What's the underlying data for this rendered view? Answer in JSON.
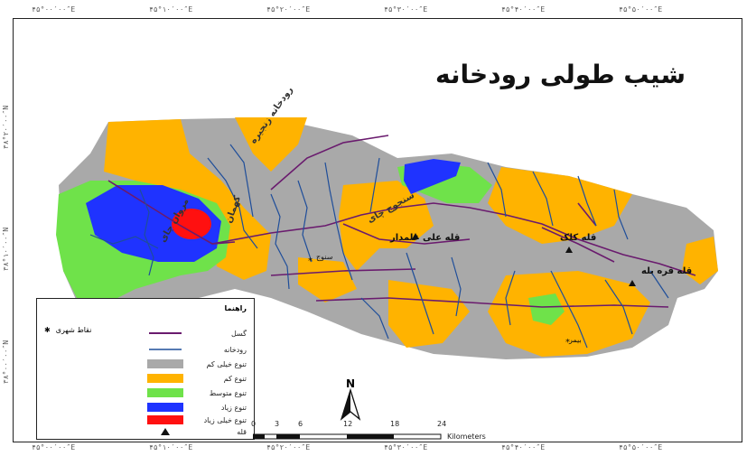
{
  "title": "شیب طولی رودخانه",
  "top_coords": [
    "۴۵°۰۰′۰۰″E",
    "۴۵°۱۰′۰۰″E",
    "۴۵°۲۰′۰۰″E",
    "۴۵°۳۰′۰۰″E",
    "۴۵°۴۰′۰۰″E",
    "۴۵°۵۰′۰۰″E"
  ],
  "bottom_coords": [
    "۴۵°۰۰′۰۰″E",
    "۴۵°۱۰′۰۰″E",
    "۴۵°۲۰′۰۰″E",
    "۴۵°۳۰′۰۰″E",
    "۴۵°۴۰′۰۰″E",
    "۴۵°۵۰′۰۰″E"
  ],
  "left_coords": [
    "۳۸°۲۰′۰۰″N",
    "۳۸°۱۰′۰۰″N",
    "۳۸°۰۰′۰۰″N"
  ],
  "place_labels": {
    "river_name": "رودخانه زنجیره",
    "river_gashan": "کهمان",
    "river_marvan": "مروان چای",
    "river_sanjoj": "سنجوج چای",
    "peak_alamdar": "قله علی علمدار",
    "peak_kolak": "قله کلک",
    "peak_qara": "قله قره بله",
    "town_sanjoj": "سنوج",
    "town_beman": "بیمر"
  },
  "legend": {
    "title": "راهنما",
    "city_label": "نقاط شهری",
    "items": [
      {
        "label": "گسل",
        "type": "line",
        "color": "#6a1b6e"
      },
      {
        "label": "رودخانه",
        "type": "line",
        "color": "#1f4e9a"
      },
      {
        "label": "تنوع خیلی کم",
        "type": "fill",
        "color": "#a9a9a9"
      },
      {
        "label": "تنوع کم",
        "type": "fill",
        "color": "#ffb300"
      },
      {
        "label": "تنوع متوسط",
        "type": "fill",
        "color": "#6fe24a"
      },
      {
        "label": "تنوع زیاد",
        "type": "fill",
        "color": "#1f33ff"
      },
      {
        "label": "تنوع خیلی زیاد",
        "type": "fill",
        "color": "#ff1010"
      },
      {
        "label": "قله",
        "type": "triangle",
        "color": "#111111"
      }
    ]
  },
  "north_label": "N",
  "scale": {
    "ticks": [
      "0",
      "3",
      "6",
      "12",
      "18",
      "24"
    ],
    "unit": "Kilometers"
  }
}
